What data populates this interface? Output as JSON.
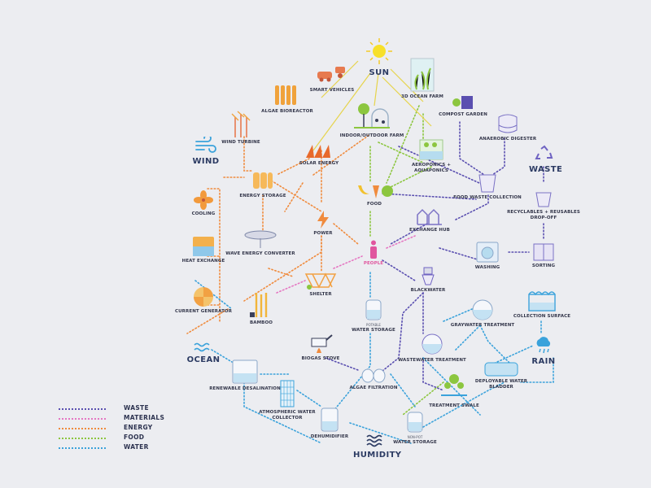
{
  "colors": {
    "waste": "#5a4fb0",
    "materials": "#e577c2",
    "energy": "#f08b3d",
    "food": "#8cc63f",
    "water": "#3aa2db",
    "people": "#e0559e"
  },
  "legend": [
    {
      "key": "waste",
      "label": "WASTE"
    },
    {
      "key": "materials",
      "label": "MATERIALS"
    },
    {
      "key": "energy",
      "label": "ENERGY"
    },
    {
      "key": "food",
      "label": "FOOD"
    },
    {
      "key": "water",
      "label": "WATER"
    }
  ],
  "hubs": {
    "sun": "SUN",
    "wind": "WIND",
    "ocean": "OCEAN",
    "humidity": "HUMIDITY",
    "rain": "RAIN",
    "waste": "WASTE"
  },
  "nodes": {
    "smart_vehicles": "SMART VEHICLES",
    "algae_bioreactor": "ALGAE BIOREACTOR",
    "wind_turbine": "WIND TURBINE",
    "solar_energy": "SOLAR ENERGY",
    "energy_storage": "ENERGY STORAGE",
    "cooling": "COOLING",
    "heat_exchange": "HEAT EXCHANGE",
    "wave_energy_converter": "WAVE ENERGY CONVERTER",
    "current_generator": "CURRENT GENERATOR",
    "bamboo": "BAMBOO",
    "shelter": "SHELTER",
    "power": "POWER",
    "indoor_outdoor_farm": "INDOOR/OUTDOOR FARM",
    "ocean_farm_3d": "3D OCEAN FARM",
    "compost_garden": "COMPOST GARDEN",
    "anaerobic_digester": "ANAEROBIC DIGESTER",
    "aeroponics": "AEROPONICS + AQUAPONICS",
    "food": "FOOD",
    "food_waste_collection": "FOOD WASTE COLLECTION",
    "exchange_hub": "EXCHANGE HUB",
    "people": "PEOPLE",
    "washing": "WASHING",
    "sorting": "SORTING",
    "recyclables": "RECYCLABLES + REUSABLES DROP-OFF",
    "blackwater": "BLACKWATER",
    "potable_tag": "POTABLE",
    "water_storage_potable": "WATER STORAGE",
    "graywater_treatment": "GRAYWATER TREATMENT",
    "collection_surface": "COLLECTION SURFACE",
    "biogas_stove": "BIOGAS STOVE",
    "wastewater_treatment": "WASTEWATER TREATMENT",
    "deployable_water_bladder": "DEPLOYABLE WATER BLADDER",
    "renewable_desalination": "RENEWABLE DESALINATION",
    "algae_filtration": "ALGAE FILTRATION",
    "treatment_swale": "TREATMENT SWALE",
    "atmospheric_water_collector": "ATMOSPHERIC WATER COLLECTOR",
    "dehumidifier": "DEHUMIDIFIER",
    "nonpot_tag": "NON-POT",
    "water_storage_nonpot": "WATER STORAGE"
  },
  "icons": {
    "sun": "sun-icon",
    "wind": "wind-icon",
    "ocean": "waves-icon",
    "humidity": "humidity-icon",
    "rain": "rain-cloud-icon",
    "waste": "recycle-icon",
    "people": "person-icon",
    "power": "lightning-icon"
  }
}
